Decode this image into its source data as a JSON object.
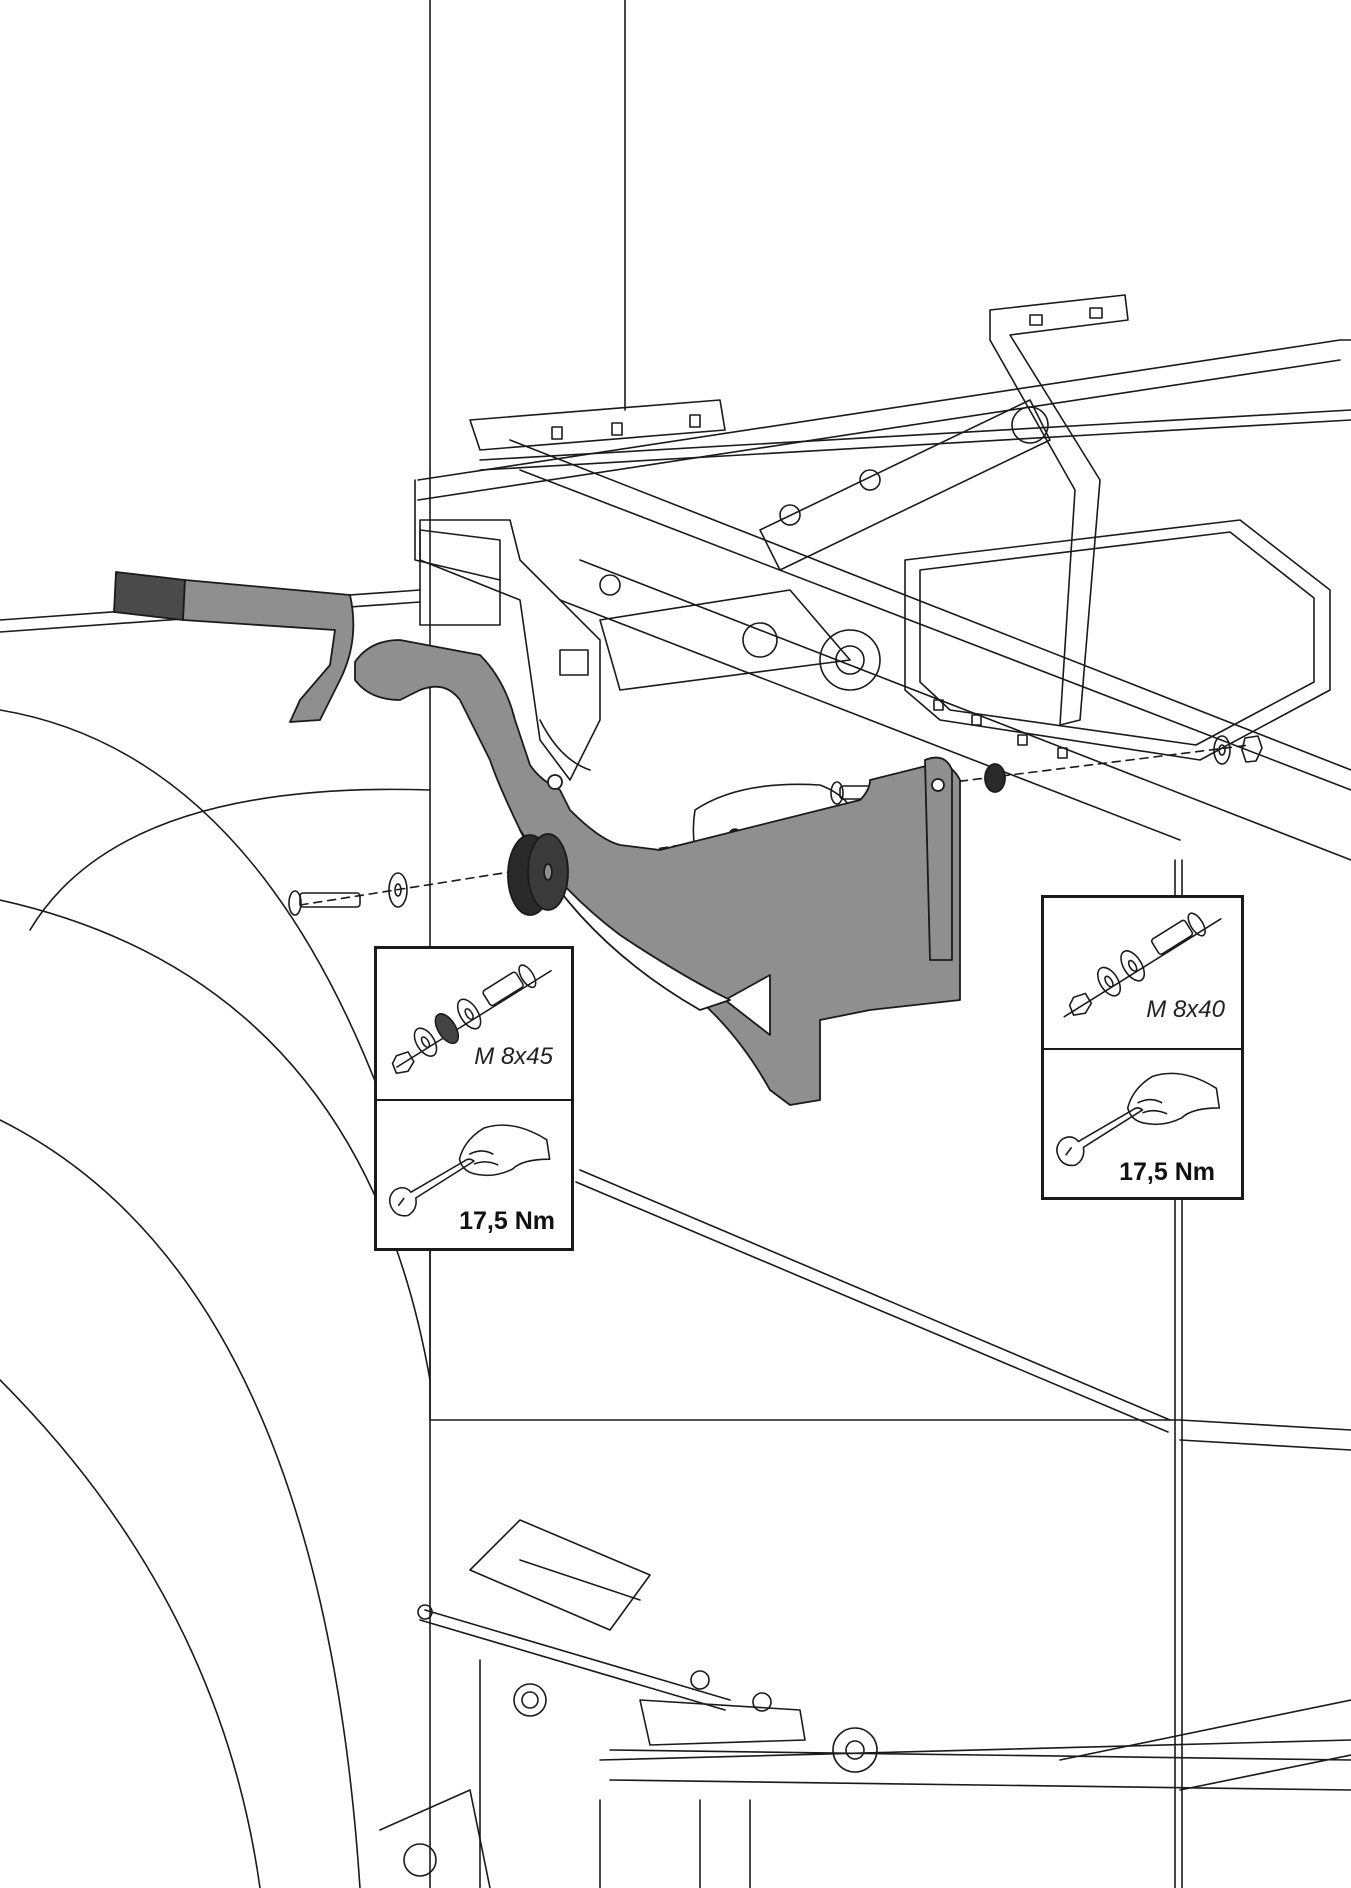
{
  "callouts": [
    {
      "bolt_spec": "M 8x45",
      "torque": "17,5 Nm",
      "icons": [
        "bolt-washer-nut-stack-icon",
        "wrench-hand-icon"
      ]
    },
    {
      "bolt_spec": "M 8x40",
      "torque": "17,5 Nm",
      "icons": [
        "bolt-washer-nut-stack-icon",
        "wrench-hand-icon"
      ]
    }
  ],
  "colors": {
    "line": "#1a1a1a",
    "bracket_fill": "#8f8f8f",
    "handle_dark": "#4a4a4a",
    "bushing": "#2a2a2a"
  }
}
